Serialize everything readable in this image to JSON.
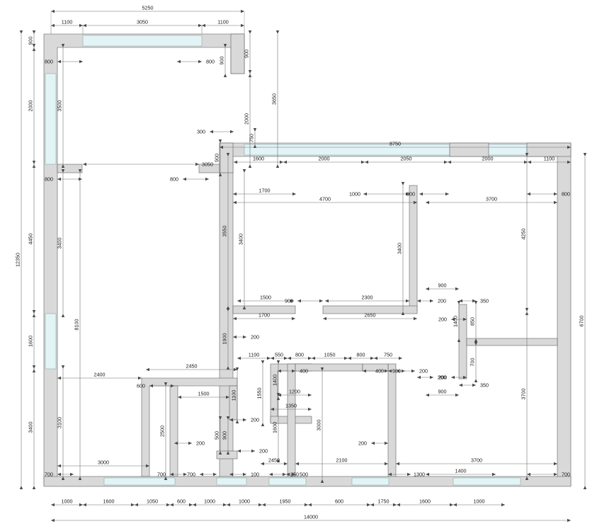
{
  "drawing": {
    "type": "architectural-floor-plan",
    "units": "mm",
    "overall_width": "14000",
    "overall_height_left": "12350",
    "overall_height_right": "6700"
  },
  "chart_data": {
    "type": "table",
    "title": "Dimensioned floor plan",
    "categories": [
      "top",
      "left",
      "right",
      "bottom",
      "interior"
    ],
    "values": [
      5250,
      12350,
      6700,
      14000,
      8750
    ]
  },
  "dimensions": {
    "top_chain_outer": [
      "5250"
    ],
    "top_chain_inner": [
      "1100",
      "3050",
      "1100"
    ],
    "top_right_outer": [
      "8750"
    ],
    "top_right_chain": [
      "1600",
      "2000",
      "2050",
      "2000",
      "1100"
    ],
    "left_chain": [
      "900",
      "2000",
      "4450",
      "1600",
      "3400"
    ],
    "left_overall": "12350",
    "left_inner": [
      "3500",
      "3400",
      "8100",
      "3100"
    ],
    "right_overall": "6700",
    "right_inner": [
      "4250",
      "3700"
    ],
    "bottom_chain": [
      "1000",
      "1600",
      "1050",
      "600",
      "1000",
      "1000",
      "1950",
      "600",
      "1750",
      "1600",
      "1000"
    ],
    "bottom_overall": "14000",
    "openings": [
      "800",
      "800",
      "800",
      "800",
      "800",
      "800",
      "900",
      "900",
      "600"
    ],
    "interior_marks": [
      "300",
      "750",
      "900",
      "900",
      "3650",
      "2000",
      "2000",
      "1700",
      "4700",
      "3700",
      "1000",
      "900",
      "800",
      "3550",
      "3400",
      "3400",
      "1500",
      "900",
      "2300",
      "200",
      "1700",
      "2650",
      "200",
      "1900",
      "900",
      "200",
      "350",
      "200",
      "1400",
      "850",
      "700",
      "200",
      "350",
      "200",
      "900",
      "2400",
      "2450",
      "1100",
      "600",
      "1500",
      "1100",
      "200",
      "2500",
      "200",
      "3000",
      "700",
      "700",
      "700",
      "900",
      "500",
      "900",
      "200",
      "100",
      "1100",
      "550",
      "800",
      "1050",
      "800",
      "750",
      "400",
      "900",
      "400",
      "200",
      "900",
      "1550",
      "1400",
      "1200",
      "3000",
      "1350",
      "1600",
      "2450",
      "250",
      "500",
      "2100",
      "1300",
      "1400",
      "3700",
      "700",
      "200",
      "3700",
      "200"
    ]
  },
  "labels": {
    "d5250": "5250",
    "d1100": "1100",
    "d3050": "3050",
    "d8750": "8750",
    "d1600": "1600",
    "d2000": "2000",
    "d2050": "2050",
    "d900": "900",
    "d2000b": "2000",
    "d4450": "4450",
    "d1600b": "1600",
    "d3400": "3400",
    "d12350": "12350",
    "d3500": "3500",
    "d8100": "8100",
    "d3100": "3100",
    "d6700": "6700",
    "d4250": "4250",
    "d3700": "3700",
    "d14000": "14000",
    "d800": "800",
    "d600": "600",
    "d300": "300",
    "d750": "750",
    "d3650": "3650",
    "d1700": "1700",
    "d4700": "4700",
    "d1000": "1000",
    "d3550": "3550",
    "d1500": "1500",
    "d2300": "2300",
    "d200": "200",
    "d2650": "2650",
    "d1900": "1900",
    "d350": "350",
    "d1400": "1400",
    "d850": "850",
    "d700": "700",
    "d2400": "2400",
    "d2450": "2450",
    "d2500": "2500",
    "d3000": "3000",
    "d500": "500",
    "d100": "100",
    "d550": "550",
    "d1050": "1050",
    "d400": "400",
    "d1550": "1550",
    "d1200": "1200",
    "d1350": "1350",
    "d250": "250",
    "d2100": "2100",
    "d1300": "1300",
    "d1950": "1950",
    "d1750": "1750"
  }
}
